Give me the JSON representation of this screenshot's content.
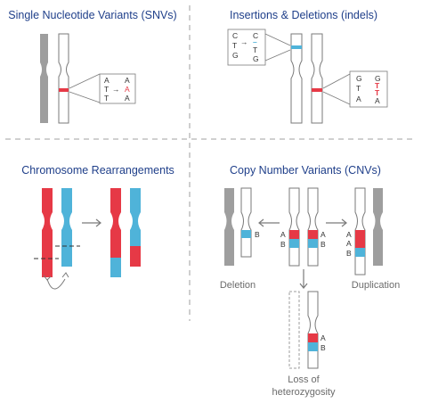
{
  "panels": {
    "snv": {
      "title": "Single Nucleotide Variants (SNVs)",
      "box_left": [
        "A",
        "T",
        "T"
      ],
      "box_right": [
        "A",
        "A",
        "A"
      ],
      "arrow_glyph": "→"
    },
    "indel": {
      "title": "Insertions & Deletions (indels)",
      "box1_left": [
        "C",
        "T",
        "G"
      ],
      "box1_right": [
        "C",
        "–",
        "T",
        "G"
      ],
      "box2_left": [
        "G",
        "T",
        "A"
      ],
      "box2_right": [
        "G",
        "T",
        "T",
        "A"
      ],
      "arrow_glyph": "→"
    },
    "rearr": {
      "title": "Chromosome Rearrangements"
    },
    "cnv": {
      "title": "Copy Number Variants (CNVs)",
      "label_a": "A",
      "label_b": "B",
      "deletion": "Deletion",
      "duplication": "Duplication",
      "loh_line1": "Loss of",
      "loh_line2": "heterozygosity"
    }
  },
  "colors": {
    "red": "#e63946",
    "blue": "#4fb3d9",
    "gray": "#9e9e9e",
    "title": "#1f3f8a",
    "outline": "#7a7a7a",
    "divider": "#b5b5b5"
  }
}
